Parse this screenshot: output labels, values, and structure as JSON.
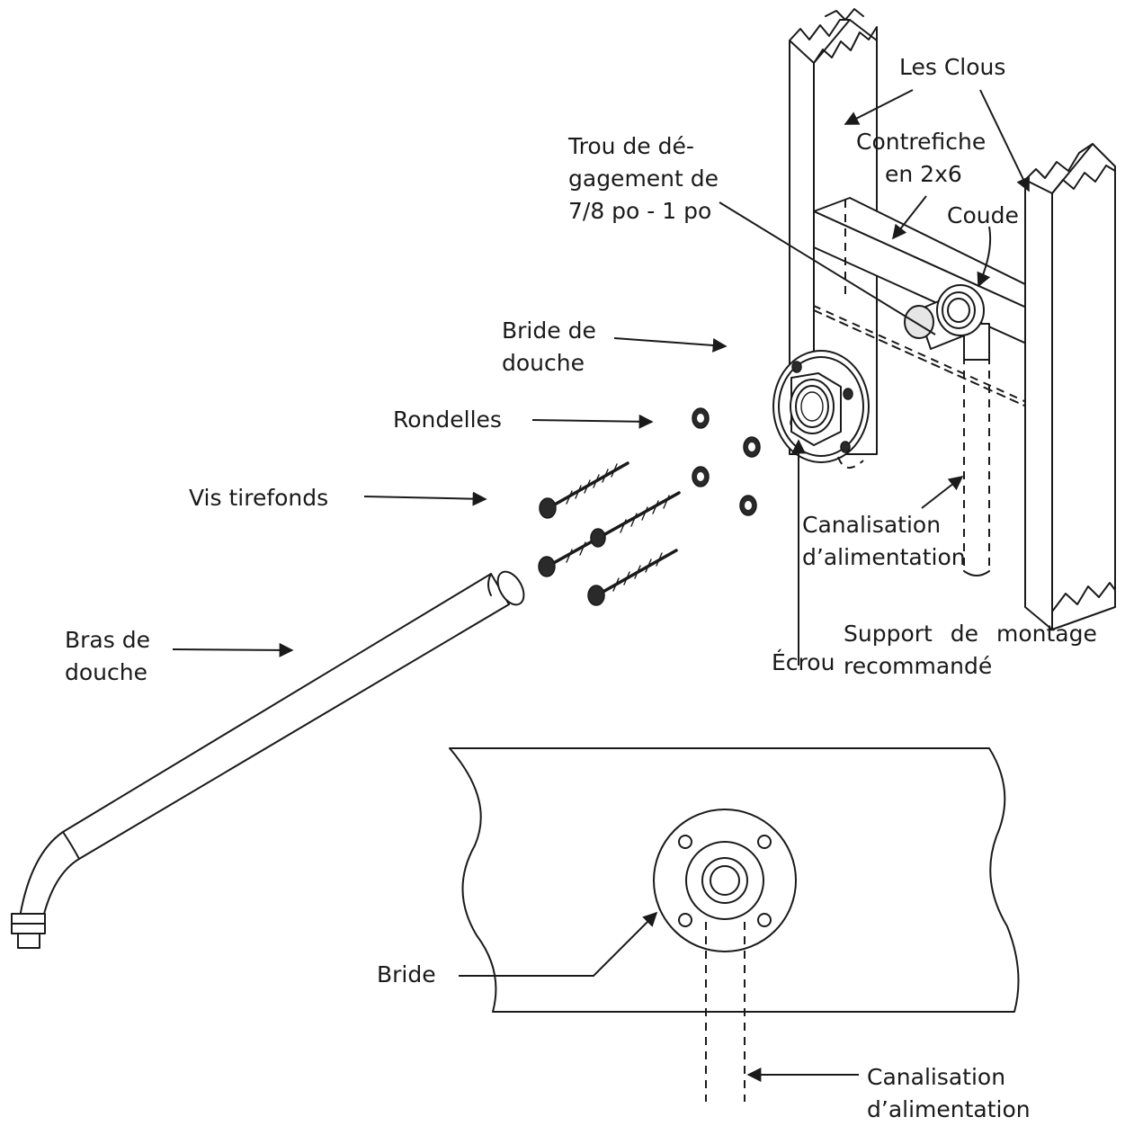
{
  "labels": {
    "nails": "Les Clous",
    "brace_l1": "Contrefiche",
    "brace_l2": "en 2x6",
    "hole_l1": "Trou de dé-",
    "hole_l2": "gagement de",
    "hole_l3": "7/8 po - 1 po",
    "elbow": "Coude",
    "flange_l1": "Bride de",
    "flange_l2": "douche",
    "washers": "Rondelles",
    "screws": "Vis tirefonds",
    "supply_top_l1": "Canalisation",
    "supply_top_l2": "d’alimentation",
    "mount_l1": "Support de montage",
    "mount_l2": "recommandé",
    "nut": "Écrou",
    "arm_l1": "Bras de",
    "arm_l2": "douche",
    "flange_bottom": "Bride",
    "supply_bottom_l1": "Canalisation",
    "supply_bottom_l2": "d’alimentation"
  }
}
